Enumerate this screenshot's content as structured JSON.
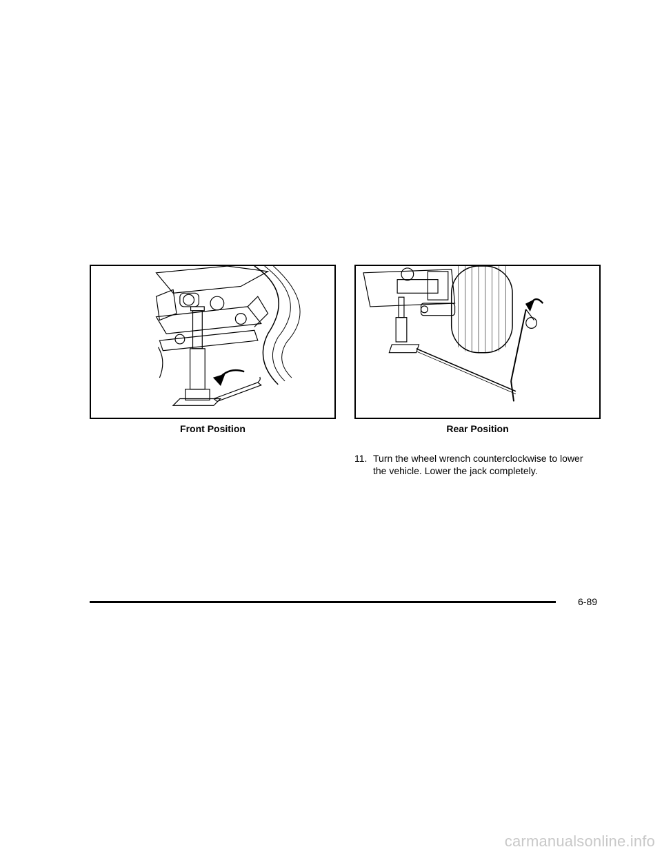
{
  "figures": {
    "front_caption": "Front Position",
    "rear_caption": "Rear Position"
  },
  "step": {
    "number": "11.",
    "line1": "Turn the wheel wrench counterclockwise to lower",
    "line2": "the vehicle. Lower the jack completely."
  },
  "footer": {
    "page_number": "6-89"
  },
  "watermark": "carmanualsonline.info"
}
